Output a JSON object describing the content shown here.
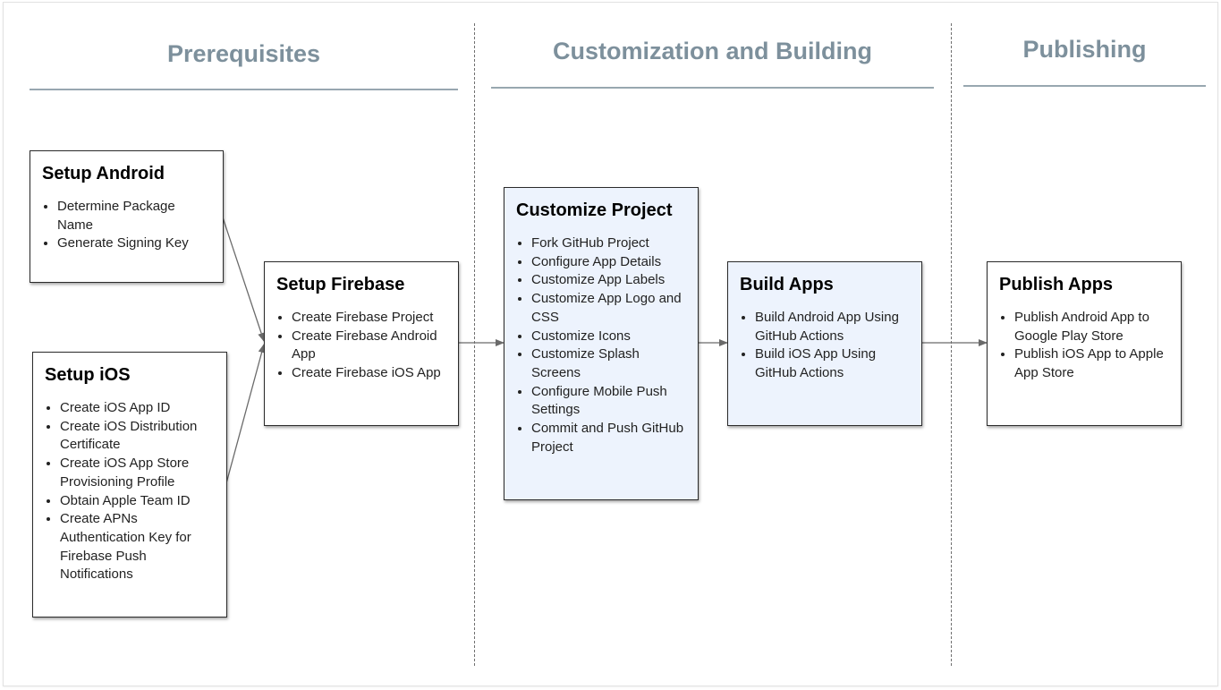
{
  "phases": [
    {
      "title": "Prerequisites"
    },
    {
      "title": "Customization and Building"
    },
    {
      "title": "Publishing"
    }
  ],
  "steps": {
    "setup_android": {
      "title": "Setup Android",
      "items": [
        "Determine Package Name",
        "Generate Signing Key"
      ]
    },
    "setup_ios": {
      "title": "Setup iOS",
      "items": [
        "Create iOS App ID",
        "Create iOS Distribution Certificate",
        "Create iOS App Store Provisioning Profile",
        "Obtain Apple Team ID",
        "Create APNs Authentication Key for Firebase Push Notifications"
      ]
    },
    "setup_firebase": {
      "title": "Setup Firebase",
      "items": [
        "Create Firebase Project",
        "Create Firebase Android App",
        "Create Firebase iOS App"
      ]
    },
    "customize_project": {
      "title": "Customize Project",
      "items": [
        "Fork GitHub Project",
        "Configure App Details",
        "Customize App Labels",
        "Customize App Logo and CSS",
        "Customize Icons",
        "Customize Splash Screens",
        "Configure Mobile Push Settings",
        "Commit and Push GitHub Project"
      ]
    },
    "build_apps": {
      "title": "Build Apps",
      "items": [
        "Build Android App Using GitHub Actions",
        "Build iOS App Using GitHub Actions"
      ]
    },
    "publish_apps": {
      "title": "Publish Apps",
      "items": [
        "Publish Android App to Google Play Store",
        "Publish iOS App to Apple App Store"
      ]
    }
  },
  "colors": {
    "phase_title": "#7d909c",
    "highlight_fill": "#edf3fd",
    "connector": "#6a6a6a"
  }
}
